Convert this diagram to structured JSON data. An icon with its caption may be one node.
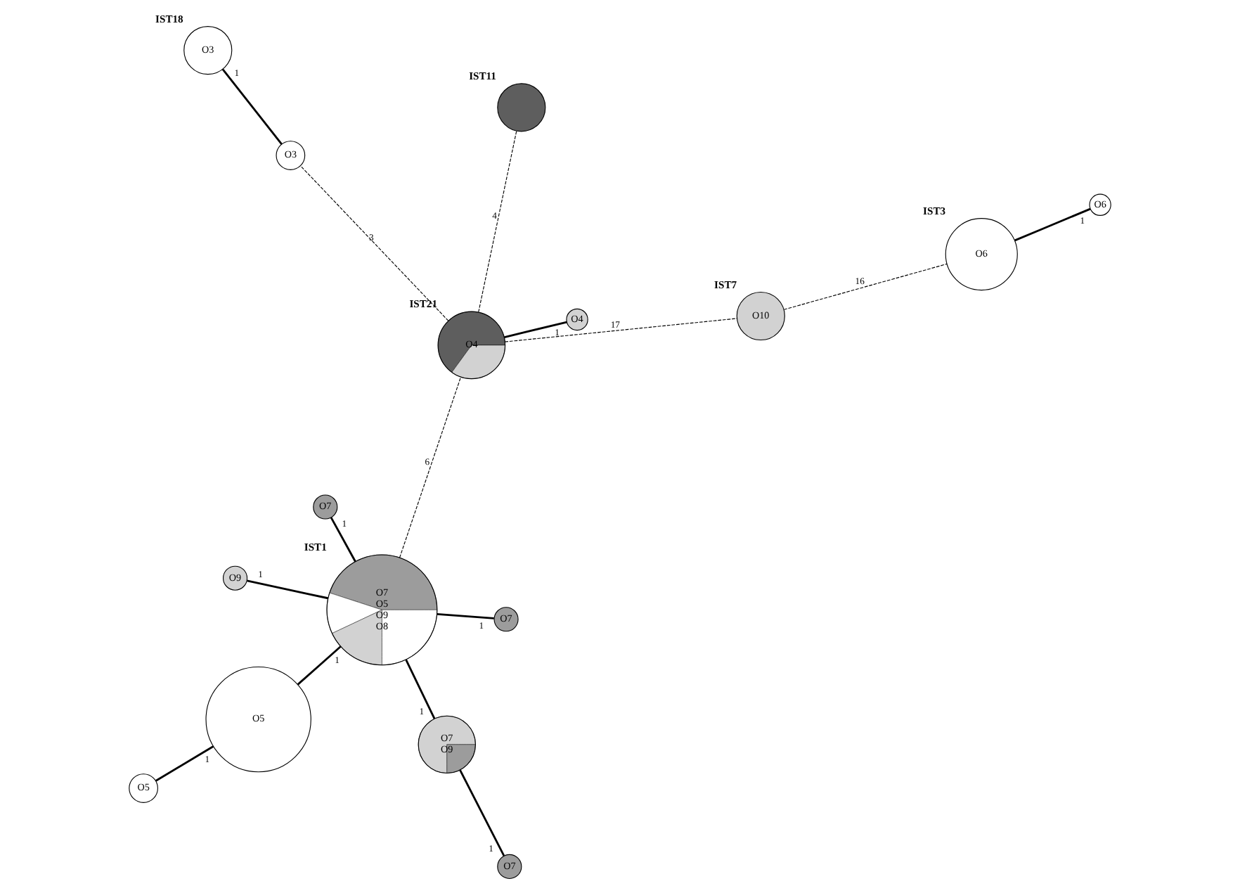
{
  "diagram": {
    "nodes": [
      {
        "text": [
          "O5"
        ]
      },
      {
        "text": [
          "O5"
        ]
      },
      {
        "text": [
          "O7",
          "O5",
          "O9",
          "O8"
        ],
        "beside": [
          "IST1"
        ]
      },
      {
        "text": [
          "O7"
        ]
      },
      {
        "text": [
          "O7"
        ]
      },
      {
        "text": [
          "O9"
        ]
      },
      {
        "text": [
          "O7",
          "O9"
        ]
      },
      {
        "text": [
          "O7"
        ]
      },
      {
        "text": [
          "O4"
        ],
        "beside": [
          "IST21"
        ]
      },
      {
        "text": [
          "O4"
        ]
      },
      {
        "text": [
          "O3"
        ]
      },
      {
        "text": [
          "O3"
        ],
        "beside": [
          "IST18"
        ]
      },
      {
        "text": [
          "O10"
        ],
        "beside": [
          "IST7"
        ]
      },
      {
        "text": [],
        "shape": "circle",
        "beside": [
          "IST11"
        ]
      },
      {
        "text": [
          "O6"
        ],
        "beside": [
          "IST3"
        ]
      },
      {
        "text": [
          "O6"
        ]
      }
    ],
    "edges": [
      {
        "from": 0,
        "to": 1,
        "arrow": "none",
        "label": "1"
      },
      {
        "from": 1,
        "to": 2,
        "arrow": "none",
        "label": "1"
      },
      {
        "from": 2,
        "to": 3,
        "arrow": "none",
        "label": "1"
      },
      {
        "from": 2,
        "to": 4,
        "arrow": "none",
        "label": "1"
      },
      {
        "from": 2,
        "to": 5,
        "arrow": "none",
        "label": "1"
      },
      {
        "from": 2,
        "to": 6,
        "arrow": "none",
        "label": "1"
      },
      {
        "from": 6,
        "to": 7,
        "arrow": "none",
        "label": "1"
      },
      {
        "from": 2,
        "to": 8,
        "arrow": "none",
        "label": "6",
        "style": "dashed"
      },
      {
        "from": 8,
        "to": 9,
        "arrow": "none",
        "label": "1"
      },
      {
        "from": 8,
        "to": 10,
        "arrow": "none",
        "label": "3",
        "style": "dashed"
      },
      {
        "from": 10,
        "to": 11,
        "arrow": "none",
        "label": "1"
      },
      {
        "from": 8,
        "to": 12,
        "arrow": "none",
        "label": "17",
        "style": "dashed"
      },
      {
        "from": 8,
        "to": 13,
        "arrow": "none",
        "label": "4",
        "style": "dashed"
      },
      {
        "from": 12,
        "to": 14,
        "arrow": "none",
        "label": "16",
        "style": "dashed"
      },
      {
        "from": 14,
        "to": 15,
        "arrow": "none",
        "label": "1"
      }
    ]
  }
}
